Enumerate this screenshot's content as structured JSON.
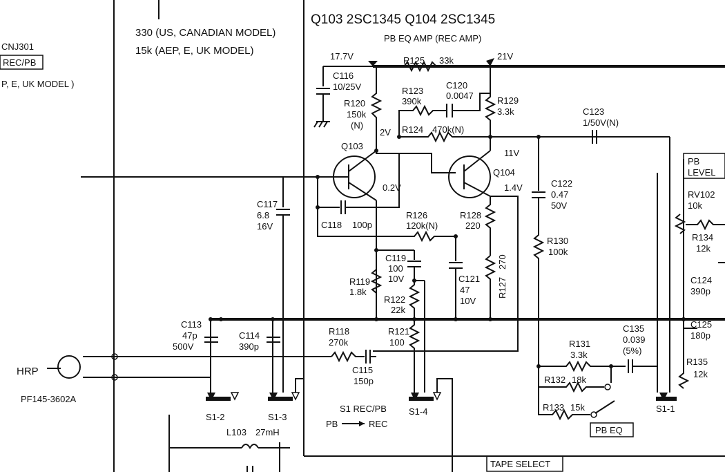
{
  "title": {
    "transistors": "Q103  2SC1345   Q104  2SC1345",
    "subtitle": "PB EQ AMP (REC AMP)"
  },
  "notes": {
    "model_line_1": "330 (US, CANADIAN MODEL)",
    "model_line_2": "15k (AEP, E, UK MODEL)",
    "jack_id": "CNJ301",
    "jack_label": "REC/PB",
    "jack_model": "P, E, UK MODEL )"
  },
  "voltages": {
    "v_17_7": "17.7V",
    "v_21": "21V",
    "v_2": "2V",
    "v_0_2": "0.2V",
    "v_11": "11V",
    "v_1_4": "1.4V"
  },
  "components": {
    "r125": "R125",
    "r125_val": "33k",
    "c116": "C116",
    "c116_val": "10/25V",
    "r120": "R120",
    "r120_val": "150k",
    "r120_note": "(N)",
    "r123": "R123",
    "r123_val": "390k",
    "c120": "C120",
    "c120_val": "0.0047",
    "r129": "R129",
    "r129_val": "3.3k",
    "r124": "R124",
    "r124_val": "470k(N)",
    "c123": "C123",
    "c123_val": "1/50V(N)",
    "q103": "Q103",
    "q104": "Q104",
    "c117": "C117",
    "c117_val1": "6.8",
    "c117_val2": "16V",
    "c118": "C118",
    "c118_val": "100p",
    "r126": "R126",
    "r126_val": "120k(N)",
    "r128": "R128",
    "r128_val": "220",
    "c122": "C122",
    "c122_val1": "0.47",
    "c122_val2": "50V",
    "r130": "R130",
    "r130_val": "100k",
    "c119": "C119",
    "c119_val1": "100",
    "c119_val2": "10V",
    "r119": "R119",
    "r119_val": "1.8k",
    "r122": "R122",
    "r122_val": "22k",
    "c121": "C121",
    "c121_val1": "47",
    "c121_val2": "10V",
    "r127": "R127",
    "r127_val": "270",
    "c113": "C113",
    "c113_val1": "47p",
    "c113_val2": "500V",
    "c114": "C114",
    "c114_val": "390p",
    "r118": "R118",
    "r118_val": "270k",
    "r121": "R121",
    "r121_val": "100",
    "c115": "C115",
    "c115_val": "150p",
    "r131": "R131",
    "r131_val": "3.3k",
    "c135": "C135",
    "c135_val1": "0.039",
    "c135_val2": "(5%)",
    "r132": "R132",
    "r132_val": "18k",
    "r133": "R133",
    "r133_val": "15k",
    "c125": "C125",
    "c125_val": "180p",
    "r135": "R135",
    "r135_val": "12k",
    "rv102": "RV102",
    "rv102_val": "10k",
    "r134": "R134",
    "r134_val": "12k",
    "c124": "C124",
    "c124_val": "390p",
    "l103": "L103",
    "l103_val": "27mH"
  },
  "labels": {
    "hrp": "HRP",
    "head": "PF145-3602A",
    "s1_2": "S1-2",
    "s1_3": "S1-3",
    "s1_4": "S1-4",
    "s1_1": "S1-1",
    "switch_title": "S1 REC/PB",
    "switch_dir_pb": "PB",
    "switch_dir_rec": "REC",
    "pb_eq": "PB EQ",
    "pb_level_1": "PB",
    "pb_level_2": "LEVEL",
    "tape_select": "TAPE SELECT"
  }
}
